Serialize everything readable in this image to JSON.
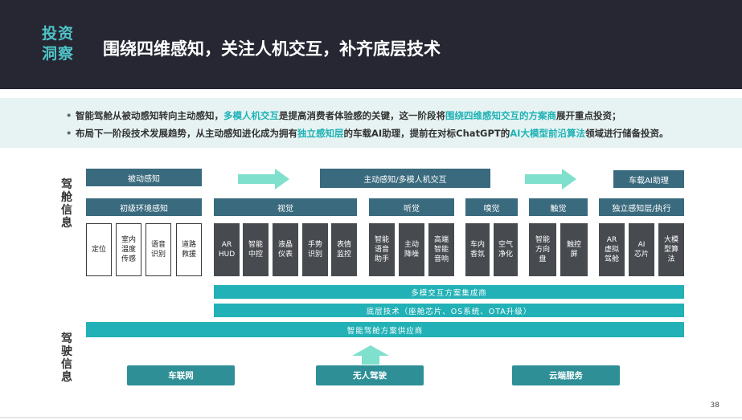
{
  "header": {
    "label_line1": "投资",
    "label_line2": "洞察",
    "title": "围绕四维感知，关注人机交互，补齐底层技术"
  },
  "summary": {
    "b1": {
      "t1": "智能驾舱从被动感知转向主动感知，",
      "h1": "多模人机交互",
      "t2": "是提高消费者体验感的关键，这一阶段将",
      "h2": "围绕四维感知交互的方案商",
      "t3": "展开重点投资；"
    },
    "b2": {
      "t1": "布局下一阶段技术发展趋势，从主动感知进化成为拥有",
      "h1": "独立感知层",
      "t2": "的车载AI助理，提前在对标ChatGPT的",
      "h2": "AI大模型前沿算法",
      "t3": "领域进行储备投资。"
    }
  },
  "side": {
    "cabin": [
      "驾",
      "舱",
      "信",
      "息"
    ],
    "drive": [
      "驾",
      "驶",
      "信",
      "息"
    ]
  },
  "stages": {
    "passive": "被动感知",
    "active": "主动感知/多模人机交互",
    "ai": "车载AI助理"
  },
  "categories": {
    "env": "初级环境感知",
    "vision": "视觉",
    "hearing": "听觉",
    "smell": "嗅觉",
    "touch": "触觉",
    "indep": "独立感知层/执行"
  },
  "leaves": {
    "env": [
      "定位",
      "室内\n温度\n传感",
      "语音\n识别",
      "道路\n救援"
    ],
    "vision": [
      "AR\nHUD",
      "智能\n中控",
      "液晶\n仪表",
      "手势\n识别",
      "表情\n监控"
    ],
    "hearing": [
      "智能\n语音\n助手",
      "主动\n降噪",
      "高端\n智能\n音响"
    ],
    "smell": [
      "车内\n香氛",
      "空气\n净化"
    ],
    "touch": [
      "智能\n方向\n盘",
      "触控\n屏"
    ],
    "indep": [
      "AR\n虚拟\n驾舱",
      "AI\n芯片",
      "大模\n型算\n法"
    ]
  },
  "bars": {
    "integrators": "多模交互方案集成商",
    "base_tech": "底层技术（座舱芯片、OS系统、OTA升级）",
    "suppliers": "智能驾舱方案供应商"
  },
  "bottom": {
    "iov": "车联网",
    "autonomous": "无人驾驶",
    "cloud": "云端服务"
  },
  "page_number": "38",
  "colors": {
    "header_bg": "#262733",
    "accent": "#4fc3c7",
    "dark_box": "#3a6a7e",
    "teal_bar": "#22b1b6",
    "arrow": "#7ee0cd"
  }
}
